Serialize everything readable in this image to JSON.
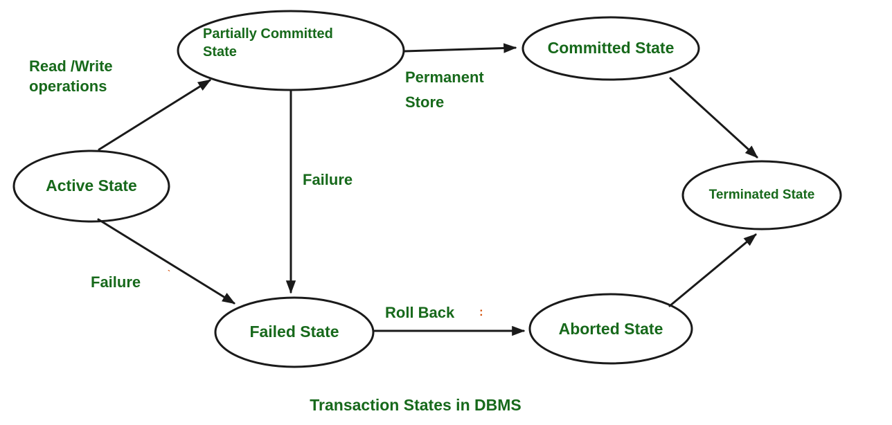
{
  "diagram": {
    "title": "Transaction States in DBMS",
    "type": "state-diagram",
    "text_color": "#17691b",
    "line_color": "#1a1a1a",
    "background_color": "#ffffff",
    "nodes": {
      "partially_committed": {
        "label": "Partially Committed State"
      },
      "committed": {
        "label": "Committed State"
      },
      "active": {
        "label": "Active State"
      },
      "terminated": {
        "label": "Terminated State"
      },
      "failed": {
        "label": "Failed State"
      },
      "aborted": {
        "label": "Aborted State"
      }
    },
    "edges": [
      {
        "from": "Active State",
        "to": "Partially Committed State",
        "label": "Read /Write operations"
      },
      {
        "from": "Partially Committed State",
        "to": "Committed State",
        "label": "Permanent Store"
      },
      {
        "from": "Partially Committed State",
        "to": "Failed State",
        "label": "Failure"
      },
      {
        "from": "Active State",
        "to": "Failed State",
        "label": "Failure"
      },
      {
        "from": "Failed State",
        "to": "Aborted State",
        "label": "Roll Back"
      },
      {
        "from": "Committed State",
        "to": "Terminated State",
        "label": ""
      },
      {
        "from": "Aborted State",
        "to": "Terminated State",
        "label": ""
      }
    ],
    "edge_labels": {
      "read_write": "Read /Write operations",
      "permanent_store": "Permanent Store",
      "failure_mid": "Failure",
      "failure_left": "Failure",
      "roll_back": "Roll Back"
    },
    "artifacts": {
      "rollback_mark": ":",
      "stray_dot": "`"
    }
  }
}
